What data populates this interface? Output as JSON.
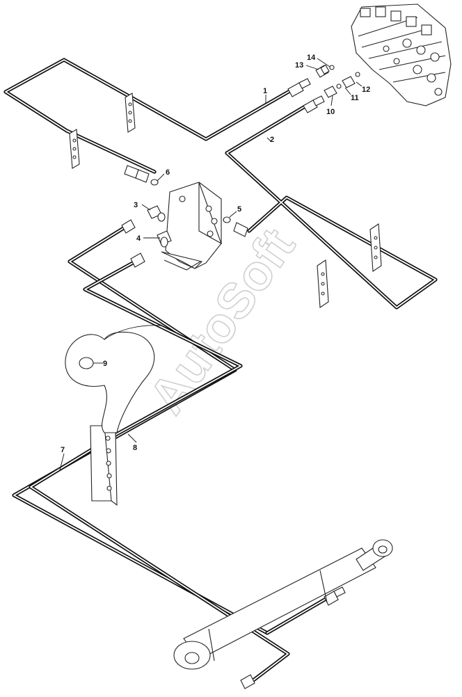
{
  "watermark": "AutoSoft",
  "callouts": {
    "c1": "1",
    "c2": "2",
    "c3": "3",
    "c4": "4",
    "c5": "5",
    "c6": "6",
    "c7": "7",
    "c8": "8",
    "c9": "9",
    "c10": "10",
    "c11": "11",
    "c12": "12",
    "c13": "13",
    "c14": "14"
  },
  "colors": {
    "line": "#111111",
    "watermark": "#cfcfcf",
    "background": "#ffffff"
  }
}
